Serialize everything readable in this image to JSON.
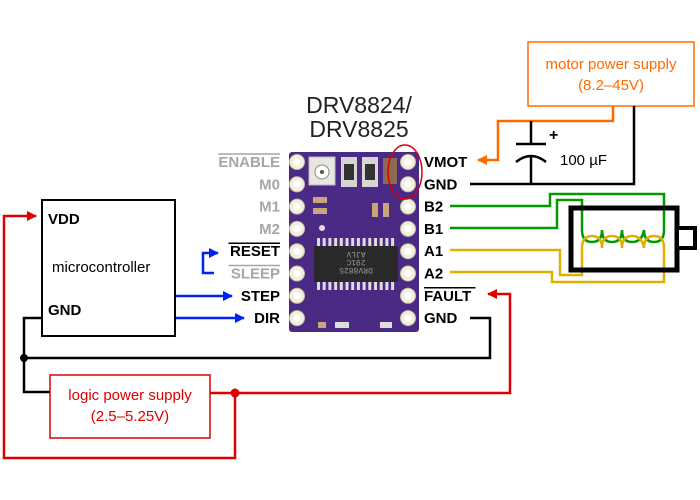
{
  "title": {
    "line1": "DRV8824/",
    "line2": "DRV8825"
  },
  "left_pins": [
    {
      "label": "ENABLE",
      "overline": true,
      "active": false
    },
    {
      "label": "M0",
      "overline": false,
      "active": false
    },
    {
      "label": "M1",
      "overline": false,
      "active": false
    },
    {
      "label": "M2",
      "overline": false,
      "active": false
    },
    {
      "label": "RESET",
      "overline": true,
      "active": true
    },
    {
      "label": "SLEEP",
      "overline": true,
      "active": false
    },
    {
      "label": "STEP",
      "overline": false,
      "active": true
    },
    {
      "label": "DIR",
      "overline": false,
      "active": true
    }
  ],
  "right_pins": [
    {
      "label": "VMOT",
      "overline": false
    },
    {
      "label": "GND",
      "overline": false
    },
    {
      "label": "B2",
      "overline": false
    },
    {
      "label": "B1",
      "overline": false
    },
    {
      "label": "A1",
      "overline": false
    },
    {
      "label": "A2",
      "overline": false
    },
    {
      "label": "FAULT",
      "overline": true
    },
    {
      "label": "GND",
      "overline": false
    }
  ],
  "microcontroller": {
    "name": "microcontroller",
    "vdd": "VDD",
    "gnd": "GND"
  },
  "motor_supply": {
    "line1": "motor power supply",
    "line2": "(8.2–45V)"
  },
  "logic_supply": {
    "line1": "logic power supply",
    "line2": "(2.5–5.25V)"
  },
  "capacitor": {
    "value": "100 µF",
    "polarity": "+"
  },
  "chip": {
    "marking": [
      "DRV8825",
      "291C",
      "AJLV"
    ]
  },
  "colors": {
    "motor_power": "#ff6a00",
    "logic_power": "#dd0000",
    "signal": "#0022ee",
    "coil_b": "#009900",
    "coil_a": "#e0b000",
    "ground": "#000000",
    "board": "#4b2a86",
    "highlight": "#dd0000",
    "inactive_label": "#a6a6a6"
  }
}
